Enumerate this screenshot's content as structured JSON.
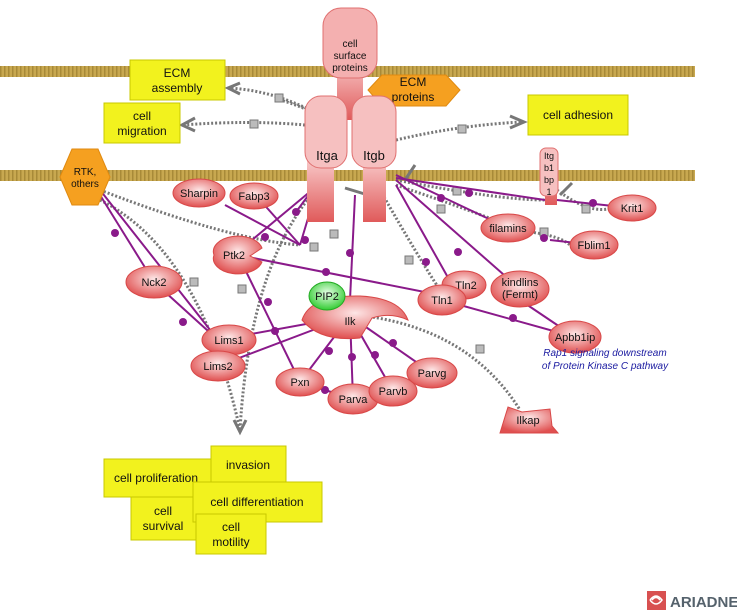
{
  "colors": {
    "membrane": "#c8a850",
    "protein": "#e85a5a",
    "process": "#f2f21e",
    "ecm": "#f5a020",
    "pip2": "#44dd44",
    "interaction": "#8a1a8a",
    "regulation": "#777777",
    "note": "#1a1aa0"
  },
  "receptors": {
    "cell_surface": [
      "cell",
      "surface",
      "proteins"
    ],
    "itga": "Itga",
    "itgb": "Itgb",
    "itgb1bp1": [
      "Itg",
      "b1",
      "bp",
      "1"
    ]
  },
  "ecm": [
    "ECM",
    "proteins"
  ],
  "rtk": [
    "RTK,",
    "others"
  ],
  "processes": {
    "ecm_assembly": [
      "ECM",
      "assembly"
    ],
    "cell_migration": [
      "cell",
      "migration"
    ],
    "cell_adhesion": "cell adhesion",
    "invasion": "invasion",
    "cell_proliferation": "cell proliferation",
    "cell_differentiation": "cell differentiation",
    "cell_survival": [
      "cell",
      "survival"
    ],
    "cell_motility": [
      "cell",
      "motility"
    ]
  },
  "proteins": {
    "sharpin": "Sharpin",
    "fabp3": "Fabp3",
    "ptk2": "Ptk2",
    "nck2": "Nck2",
    "lims1": "Lims1",
    "lims2": "Lims2",
    "pip2": "PIP2",
    "ilk": "Ilk",
    "pxn": "Pxn",
    "parva": "Parva",
    "parvb": "Parvb",
    "parvg": "Parvg",
    "krit1": "Krit1",
    "filamins": "filamins",
    "fblim1": "Fblim1",
    "tln2": "Tln2",
    "tln1": "Tln1",
    "kindlins": [
      "kindlins",
      "(Fermt)"
    ],
    "apbb1ip": "Apbb1ip",
    "ilkap": "Ilkap"
  },
  "note": [
    "Rap1 signaling downstream",
    "of Protein Kinase C pathway"
  ],
  "logo": "ARIADNE"
}
